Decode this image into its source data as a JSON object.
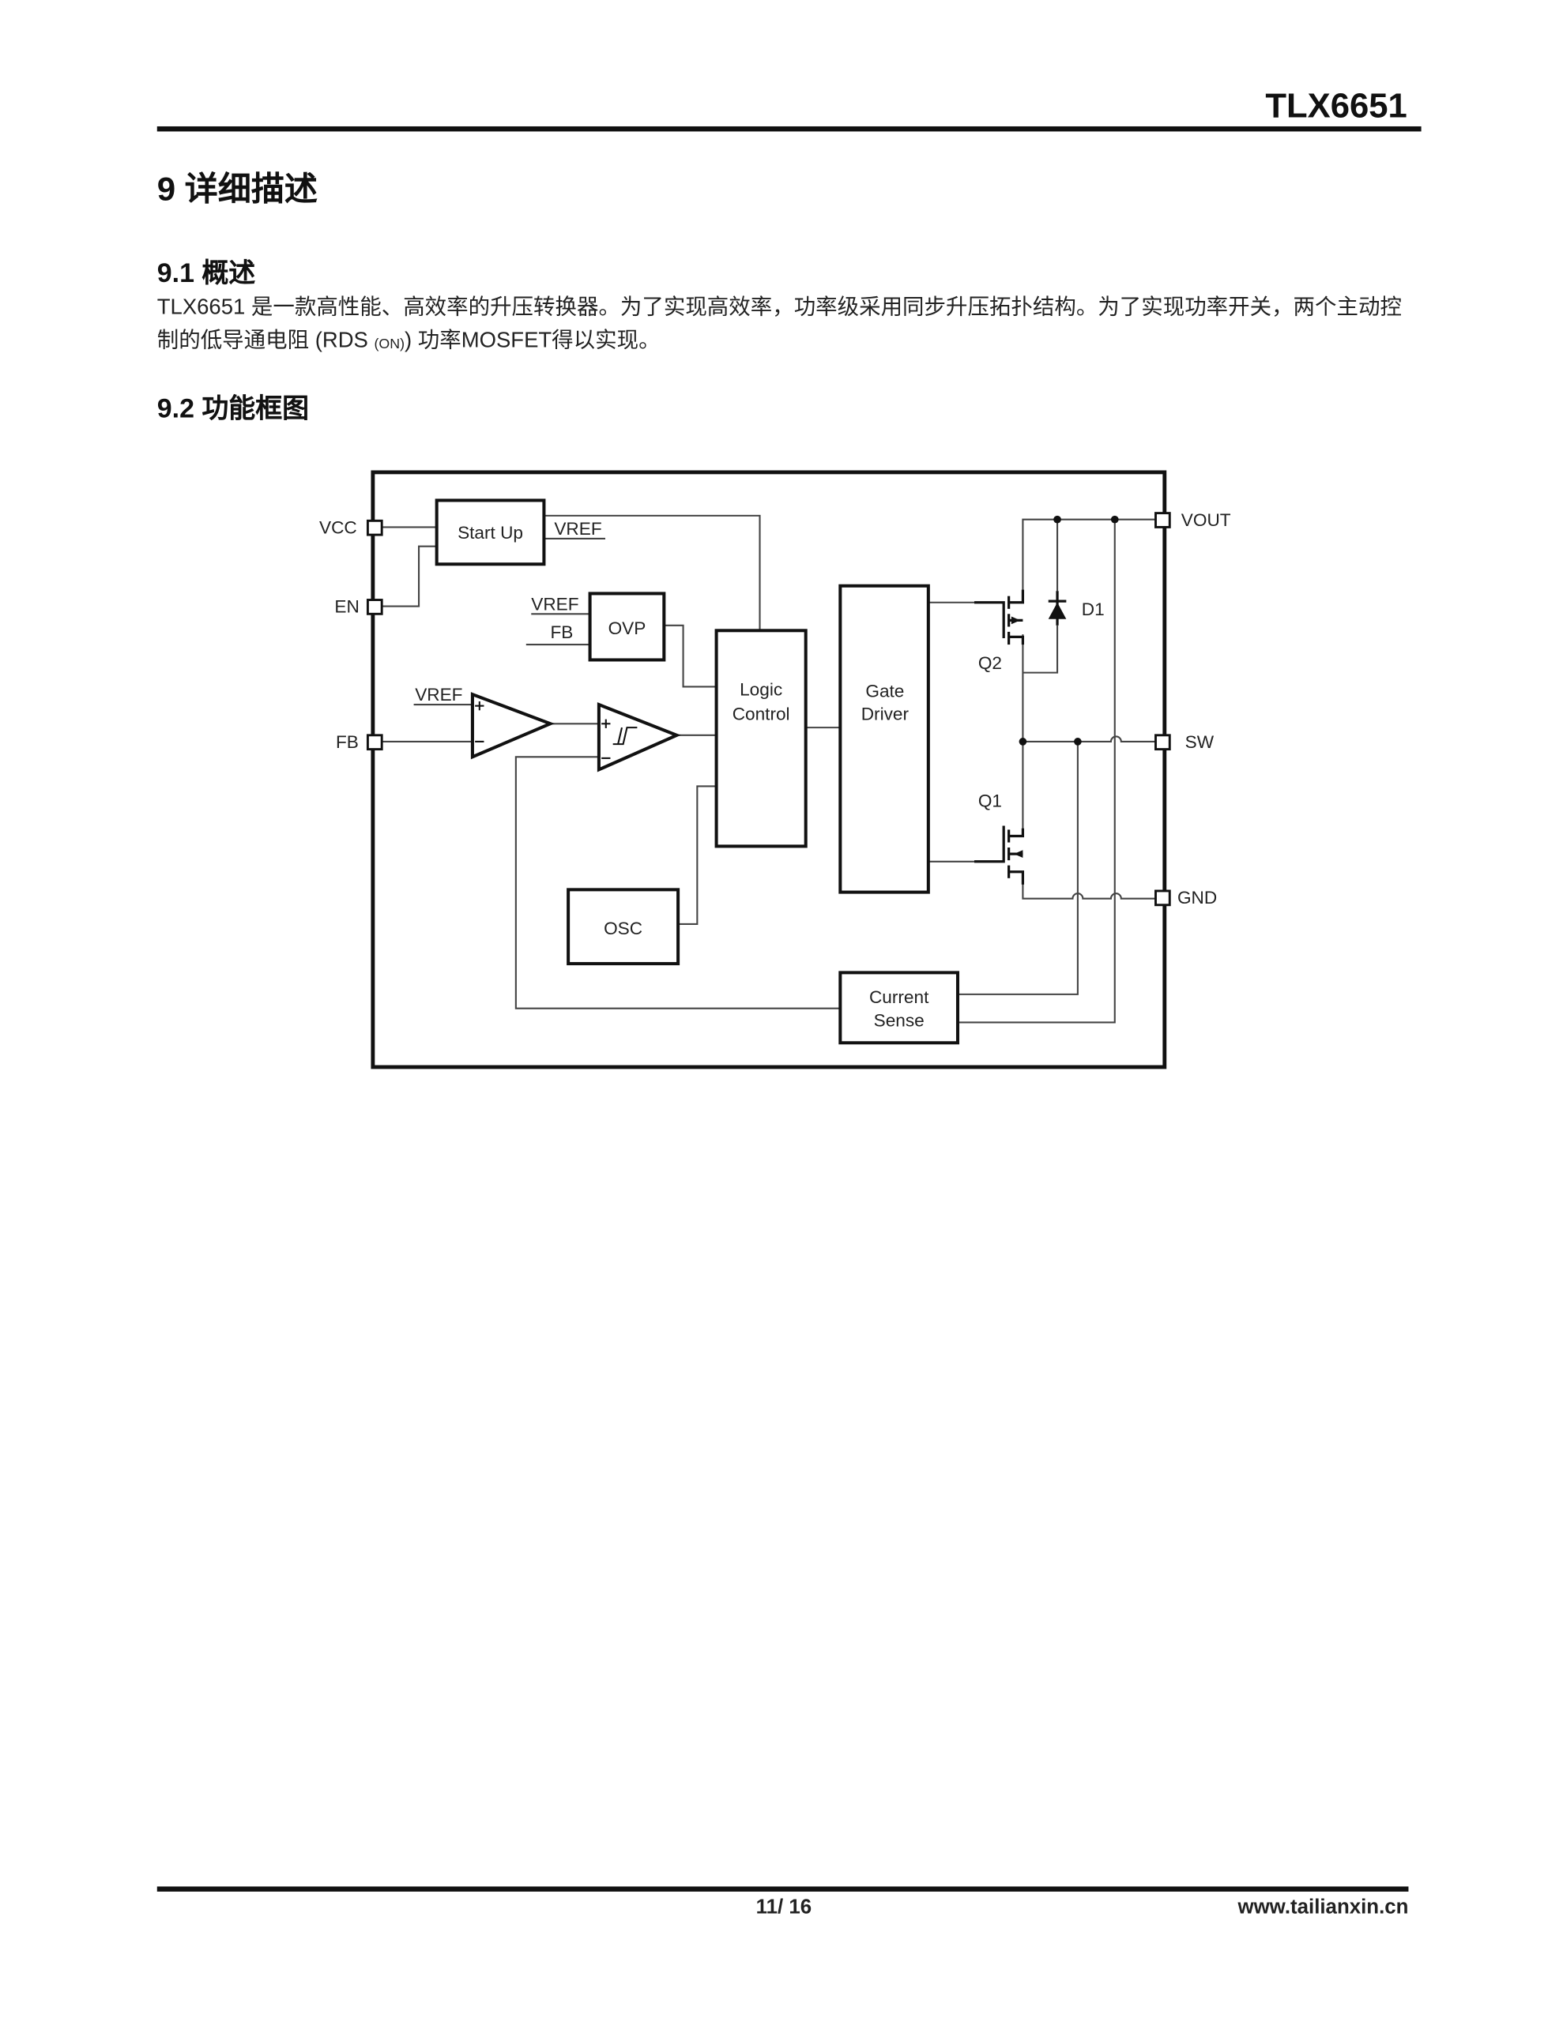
{
  "header": {
    "doc_title": "TLX6651"
  },
  "section": {
    "title": "9 详细描述"
  },
  "overview": {
    "title": "9.1 概述",
    "text_part1": "TLX6651 是一款高性能、高效率的升压转换器。为了实现高效率，功率级采用同步升压拓扑结构。为了实现功率开关，两个主动控制的低导通电阻 (RDS ",
    "text_sub": "(ON)",
    "text_part2": ") 功率MOSFET得以实现。"
  },
  "block_diagram": {
    "title": "9.2 功能框图",
    "pins": {
      "vcc": "VCC",
      "en": "EN",
      "fb": "FB",
      "vout": "VOUT",
      "sw": "SW",
      "gnd": "GND"
    },
    "blocks": {
      "startup": "Start Up",
      "ovp": "OVP",
      "logic_line1": "Logic",
      "logic_line2": "Control",
      "gate_line1": "Gate",
      "gate_line2": "Driver",
      "osc": "OSC",
      "current_line1": "Current",
      "current_line2": "Sense"
    },
    "signals": {
      "vref_startup": "VREF",
      "vref_ovp": "VREF",
      "fb_ovp": "FB",
      "vref_amp": "VREF"
    },
    "components": {
      "q1": "Q1",
      "q2": "Q2",
      "d1": "D1"
    }
  },
  "footer": {
    "page": "11/ 16",
    "url": "www.tailianxin.cn"
  }
}
